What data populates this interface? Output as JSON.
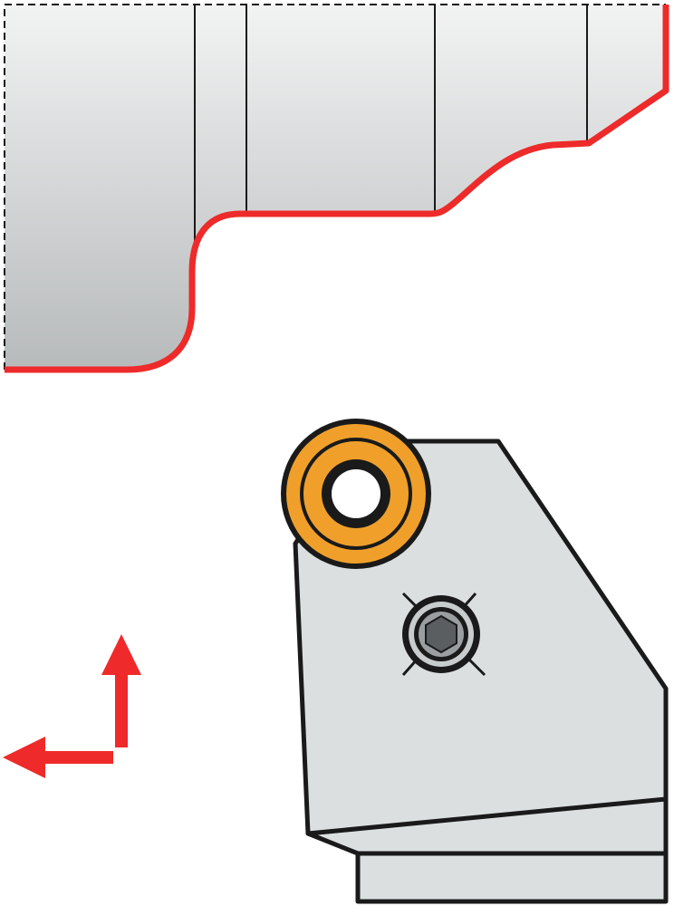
{
  "colors": {
    "background": "#ffffff",
    "workpiece_light": "#f0f1f1",
    "workpiece_dark": "#b9bcbd",
    "profile": "#ee2a2a",
    "outline": "#1a1a1a",
    "holder": "#dcdfe0",
    "clamp_ring": "#f0a02a",
    "arrow": "#ee2a2a",
    "screw": "#8a8e90"
  },
  "icons": [
    "workpiece",
    "machined-profile",
    "tool-holder",
    "clamp-ring",
    "hex-screw",
    "feed-direction-arrows"
  ]
}
